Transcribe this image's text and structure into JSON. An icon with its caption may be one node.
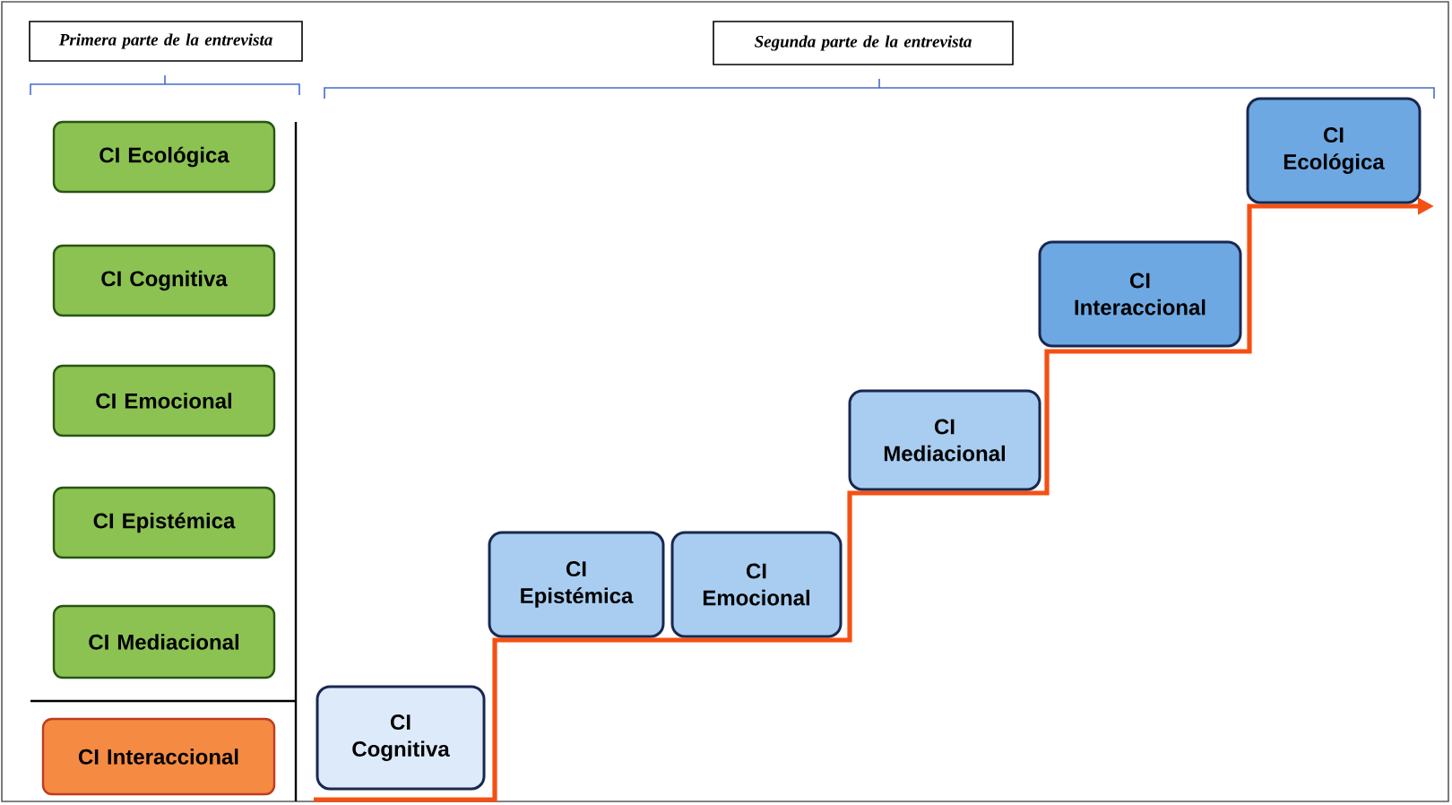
{
  "diagram": {
    "nodes": [
      {
        "text": [
          "Primera parte de la  entrevista"
        ]
      },
      {
        "text": [
          "Segunda parte de la entrevista"
        ]
      },
      {
        "text": [
          "CI Ecológica"
        ]
      },
      {
        "text": [
          "CI Cognitiva"
        ]
      },
      {
        "text": [
          "CI Emocional"
        ]
      },
      {
        "text": [
          "CI Epistémica"
        ]
      },
      {
        "text": [
          "CI Mediacional"
        ]
      },
      {
        "text": [
          "CI Interaccional"
        ]
      },
      {
        "text": [
          "CI Cognitiva"
        ]
      },
      {
        "text": [
          "CI Epistémica"
        ]
      },
      {
        "text": [
          "CI Emocional"
        ]
      },
      {
        "text": [
          "CI Mediacional"
        ]
      },
      {
        "text": [
          "CI Interaccional"
        ]
      },
      {
        "text": [
          "CI Ecológica"
        ]
      }
    ]
  }
}
